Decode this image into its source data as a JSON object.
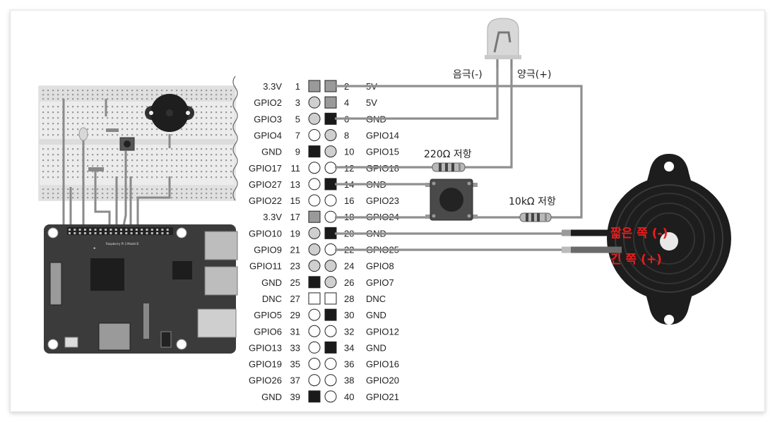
{
  "header_labels": {
    "led_cathode": "음극(-)",
    "led_anode": "양극(+)",
    "resistor_220": "220Ω 저항",
    "resistor_10k": "10kΩ 저항",
    "buzzer_short": "짧은 쪽 (-)",
    "buzzer_long": "긴 쪽 (+)"
  },
  "colors": {
    "wire": "#8f8f8f",
    "pin_power": "#9a9a9a",
    "pin_ground": "#1a1a1a",
    "pin_gray": "#cfcfcf",
    "pin_open": "#ffffff",
    "annotation_red": "#ee1c1c",
    "board": "#3b3b3b"
  },
  "pins": [
    {
      "n": "1",
      "label": "3.3V",
      "kind": "power-square"
    },
    {
      "n": "2",
      "label": "5V",
      "kind": "power-square"
    },
    {
      "n": "3",
      "label": "GPIO2",
      "kind": "gray-circle"
    },
    {
      "n": "4",
      "label": "5V",
      "kind": "power-square"
    },
    {
      "n": "5",
      "label": "GPIO3",
      "kind": "gray-circle"
    },
    {
      "n": "6",
      "label": "GND",
      "kind": "ground-square"
    },
    {
      "n": "7",
      "label": "GPIO4",
      "kind": "open-circle"
    },
    {
      "n": "8",
      "label": "GPIO14",
      "kind": "gray-circle"
    },
    {
      "n": "9",
      "label": "GND",
      "kind": "ground-square"
    },
    {
      "n": "10",
      "label": "GPIO15",
      "kind": "gray-circle"
    },
    {
      "n": "11",
      "label": "GPIO17",
      "kind": "open-circle"
    },
    {
      "n": "12",
      "label": "GPIO18",
      "kind": "open-circle"
    },
    {
      "n": "13",
      "label": "GPIO27",
      "kind": "open-circle"
    },
    {
      "n": "14",
      "label": "GND",
      "kind": "ground-square"
    },
    {
      "n": "15",
      "label": "GPIO22",
      "kind": "open-circle"
    },
    {
      "n": "16",
      "label": "GPIO23",
      "kind": "open-circle"
    },
    {
      "n": "17",
      "label": "3.3V",
      "kind": "power-square"
    },
    {
      "n": "18",
      "label": "GPIO24",
      "kind": "open-circle"
    },
    {
      "n": "19",
      "label": "GPIO10",
      "kind": "gray-circle"
    },
    {
      "n": "20",
      "label": "GND",
      "kind": "ground-square"
    },
    {
      "n": "21",
      "label": "GPIO9",
      "kind": "gray-circle"
    },
    {
      "n": "22",
      "label": "GPIO25",
      "kind": "open-circle"
    },
    {
      "n": "23",
      "label": "GPIO11",
      "kind": "gray-circle"
    },
    {
      "n": "24",
      "label": "GPIO8",
      "kind": "gray-circle"
    },
    {
      "n": "25",
      "label": "GND",
      "kind": "ground-square"
    },
    {
      "n": "26",
      "label": "GPIO7",
      "kind": "gray-circle"
    },
    {
      "n": "27",
      "label": "DNC",
      "kind": "open-square"
    },
    {
      "n": "28",
      "label": "DNC",
      "kind": "open-square"
    },
    {
      "n": "29",
      "label": "GPIO5",
      "kind": "open-circle"
    },
    {
      "n": "30",
      "label": "GND",
      "kind": "ground-square"
    },
    {
      "n": "31",
      "label": "GPIO6",
      "kind": "open-circle"
    },
    {
      "n": "32",
      "label": "GPIO12",
      "kind": "open-circle"
    },
    {
      "n": "33",
      "label": "GPIO13",
      "kind": "open-circle"
    },
    {
      "n": "34",
      "label": "GND",
      "kind": "ground-square"
    },
    {
      "n": "35",
      "label": "GPIO19",
      "kind": "open-circle"
    },
    {
      "n": "36",
      "label": "GPIO16",
      "kind": "open-circle"
    },
    {
      "n": "37",
      "label": "GPIO26",
      "kind": "open-circle"
    },
    {
      "n": "38",
      "label": "GPIO20",
      "kind": "open-circle"
    },
    {
      "n": "39",
      "label": "GND",
      "kind": "ground-square"
    },
    {
      "n": "40",
      "label": "GPIO21",
      "kind": "open-circle"
    }
  ]
}
